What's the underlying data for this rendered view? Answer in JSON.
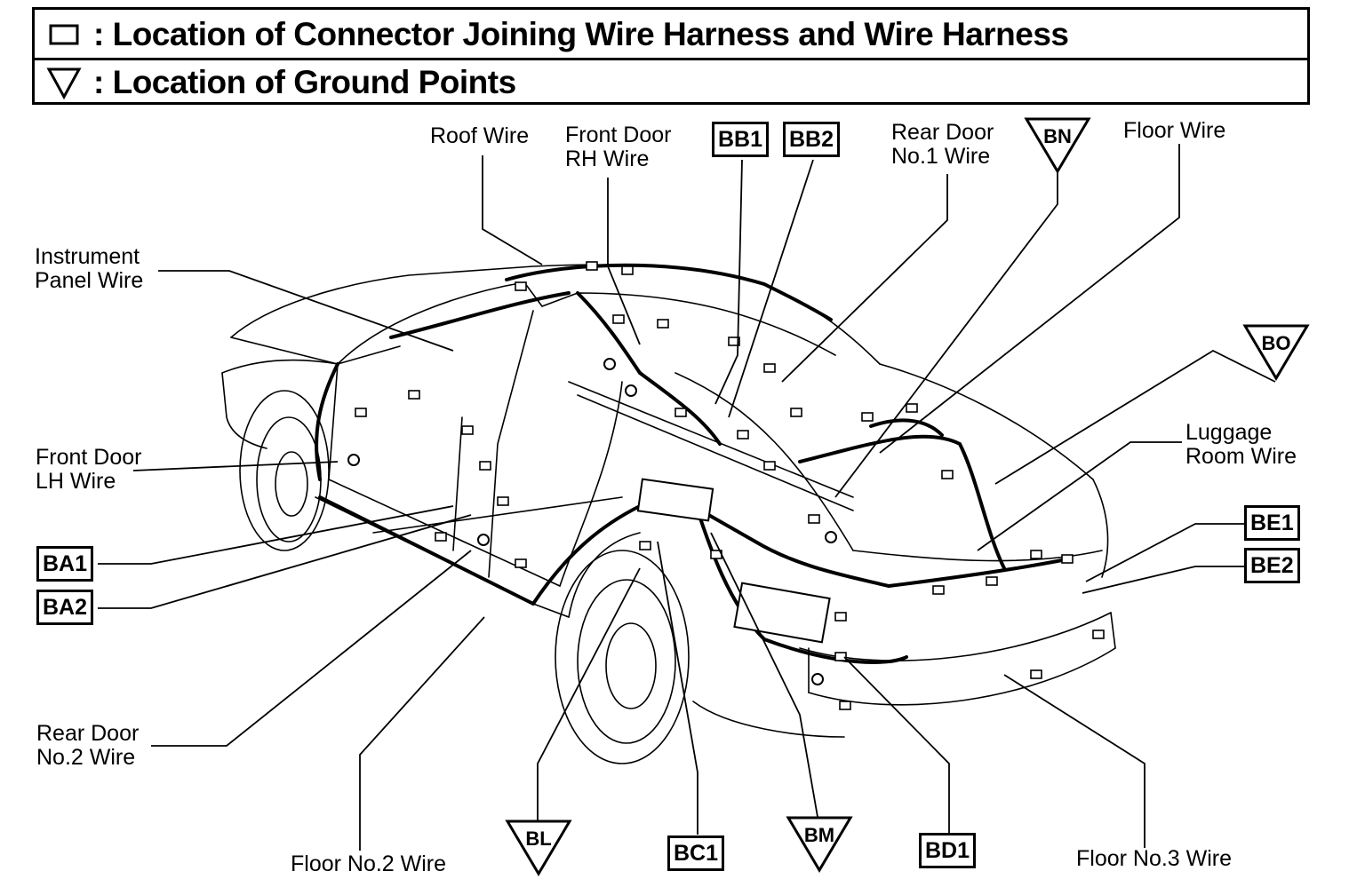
{
  "legend": {
    "connector_text": ": Location of Connector Joining Wire Harness and Wire Harness",
    "ground_text": ": Location of Ground Points"
  },
  "wire_labels": {
    "roof": "Roof Wire",
    "front_door_rh_1": "Front Door",
    "front_door_rh_2": "RH Wire",
    "rear_door_no1_1": "Rear Door",
    "rear_door_no1_2": "No.1 Wire",
    "floor": "Floor Wire",
    "instrument_panel_1": "Instrument",
    "instrument_panel_2": "Panel Wire",
    "front_door_lh_1": "Front Door",
    "front_door_lh_2": "LH Wire",
    "luggage_room_1": "Luggage",
    "luggage_room_2": "Room Wire",
    "rear_door_no2_1": "Rear Door",
    "rear_door_no2_2": "No.2 Wire",
    "floor_no2": "Floor No.2 Wire",
    "floor_no3": "Floor No.3 Wire"
  },
  "connectors": {
    "bb1": "BB1",
    "bb2": "BB2",
    "ba1": "BA1",
    "ba2": "BA2",
    "be1": "BE1",
    "be2": "BE2",
    "bc1": "BC1",
    "bd1": "BD1"
  },
  "ground_points": {
    "bn": "BN",
    "bo": "BO",
    "bl": "BL",
    "bm": "BM"
  }
}
